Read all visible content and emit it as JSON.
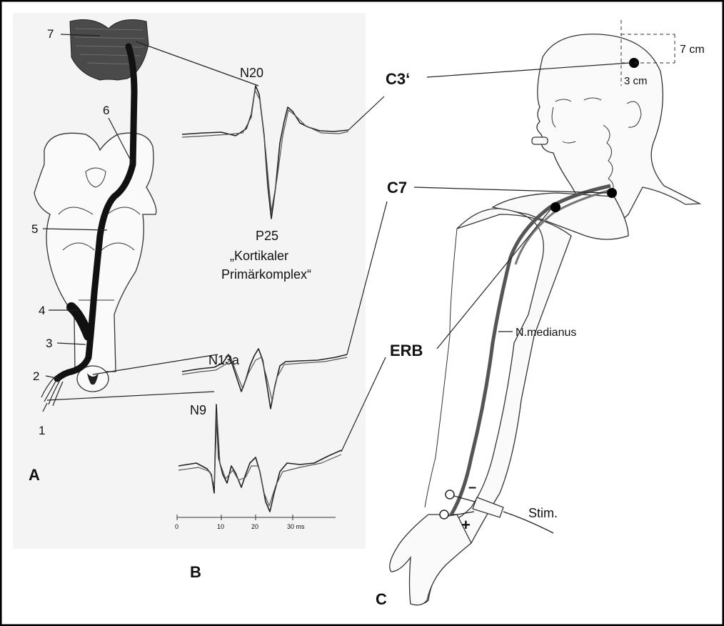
{
  "panel_labels": {
    "a": "A",
    "b": "B",
    "c": "C"
  },
  "pathway_numbers": [
    "1",
    "2",
    "3",
    "4",
    "5",
    "6",
    "7"
  ],
  "waveforms": {
    "cortical": {
      "peak_neg": "N20",
      "peak_pos": "P25",
      "desc_line1": "„Kortikaler",
      "desc_line2": "Primärkomplex“"
    },
    "cervical": {
      "peak": "N13a"
    },
    "erb": {
      "peak": "N9"
    }
  },
  "time_axis": {
    "ticks": [
      "0",
      "10",
      "20",
      "30 ms"
    ]
  },
  "electrodes": {
    "c3": "C3‘",
    "c7": "C7",
    "erb": "ERB"
  },
  "annotations": {
    "vertical": "7 cm",
    "horizontal": "3 cm",
    "nerve": "N.medianus",
    "stim": "Stim.",
    "plus": "+",
    "minus": "–"
  }
}
